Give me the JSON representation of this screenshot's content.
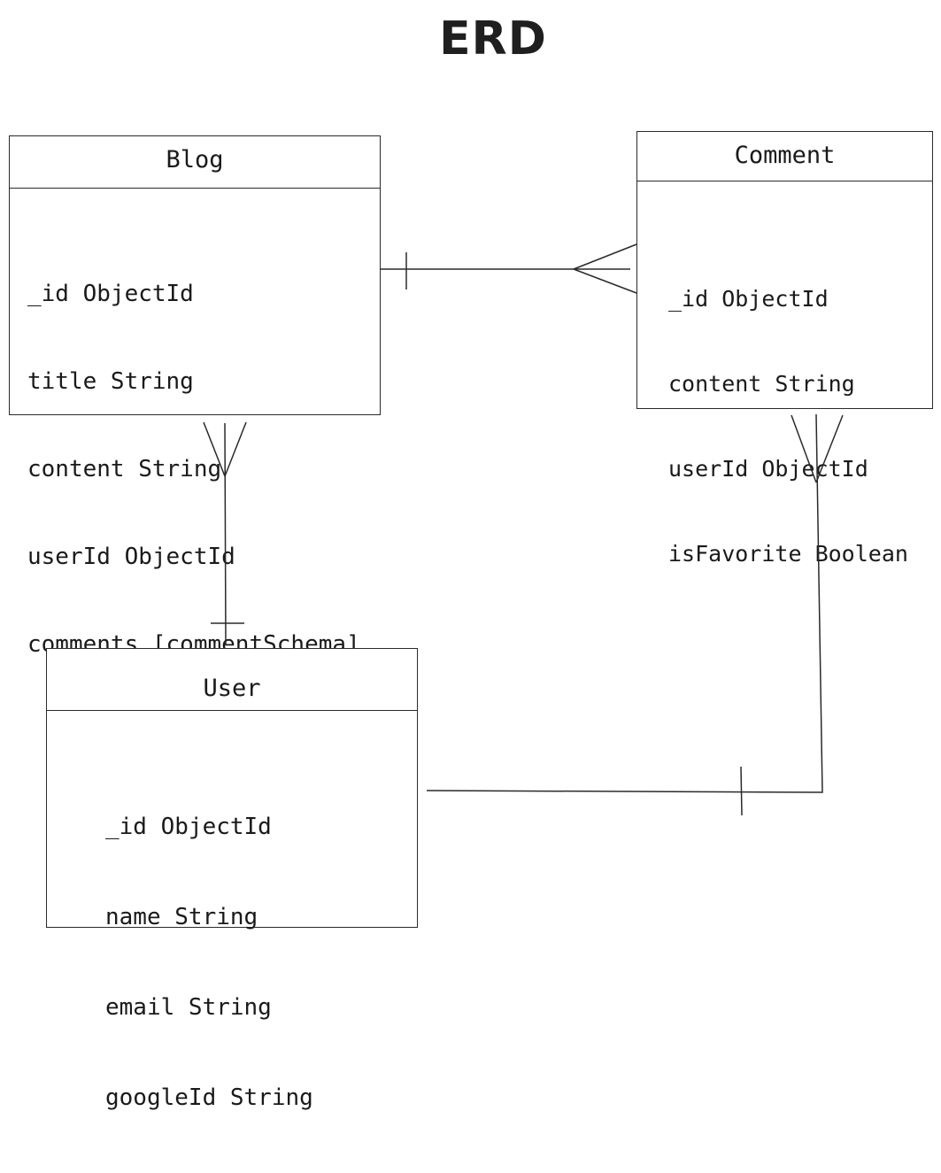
{
  "diagram": {
    "title": "ERD"
  },
  "entities": {
    "blog": {
      "name": "Blog",
      "fields": [
        "_id ObjectId",
        "title String",
        "content String",
        "userId ObjectId",
        "comments [commentSchema]"
      ]
    },
    "comment": {
      "name": "Comment",
      "fields": [
        "_id ObjectId",
        "content String",
        "userId ObjectId",
        "isFavorite Boolean"
      ]
    },
    "user": {
      "name": "User",
      "fields": [
        "_id ObjectId",
        "name String",
        "email String",
        "googleId String"
      ]
    }
  },
  "relationships": [
    {
      "from": "Blog",
      "to": "Comment",
      "from_cardinality": "one",
      "to_cardinality": "many"
    },
    {
      "from": "User",
      "to": "Blog",
      "from_cardinality": "one",
      "to_cardinality": "many"
    },
    {
      "from": "User",
      "to": "Comment",
      "from_cardinality": "one",
      "to_cardinality": "many"
    }
  ]
}
